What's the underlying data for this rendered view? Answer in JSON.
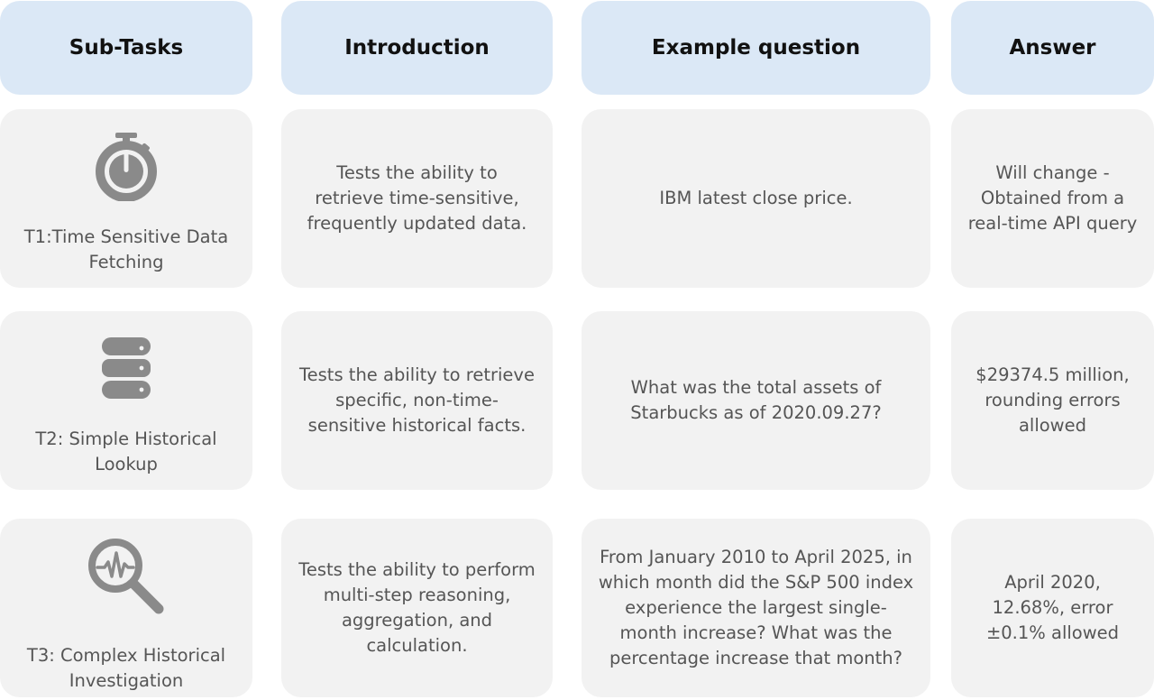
{
  "headers": {
    "subtasks": "Sub-Tasks",
    "introduction": "Introduction",
    "example": "Example question",
    "answer": "Answer"
  },
  "rows": [
    {
      "icon": "stopwatch-icon",
      "task": "T1:Time Sensitive Data Fetching",
      "introduction": "Tests the ability to retrieve time-sensitive, frequently updated data.",
      "example": "IBM latest close price.",
      "answer": "Will change - Obtained from a real-time API query"
    },
    {
      "icon": "database-icon",
      "task": "T2: Simple Historical Lookup",
      "introduction": "Tests the ability to retrieve specific, non-time-sensitive historical facts.",
      "example": "What was the total assets of Starbucks as of 2020.09.27?",
      "answer": "$29374.5 million, rounding errors allowed"
    },
    {
      "icon": "magnifier-waveform-icon",
      "task": "T3: Complex Historical Investigation",
      "introduction": "Tests the ability to perform multi-step reasoning, aggregation, and calculation.",
      "example": "From January 2010 to April 2025, in which month did the S&P 500 index experience the largest single-month increase? What was the percentage increase that month?",
      "answer": "April 2020, 12.68%, error ±0.1% allowed"
    }
  ],
  "colors": {
    "header_bg": "#dbe8f6",
    "cell_bg": "#f2f2f2",
    "icon": "#8a8a8a",
    "text": "#555555"
  }
}
